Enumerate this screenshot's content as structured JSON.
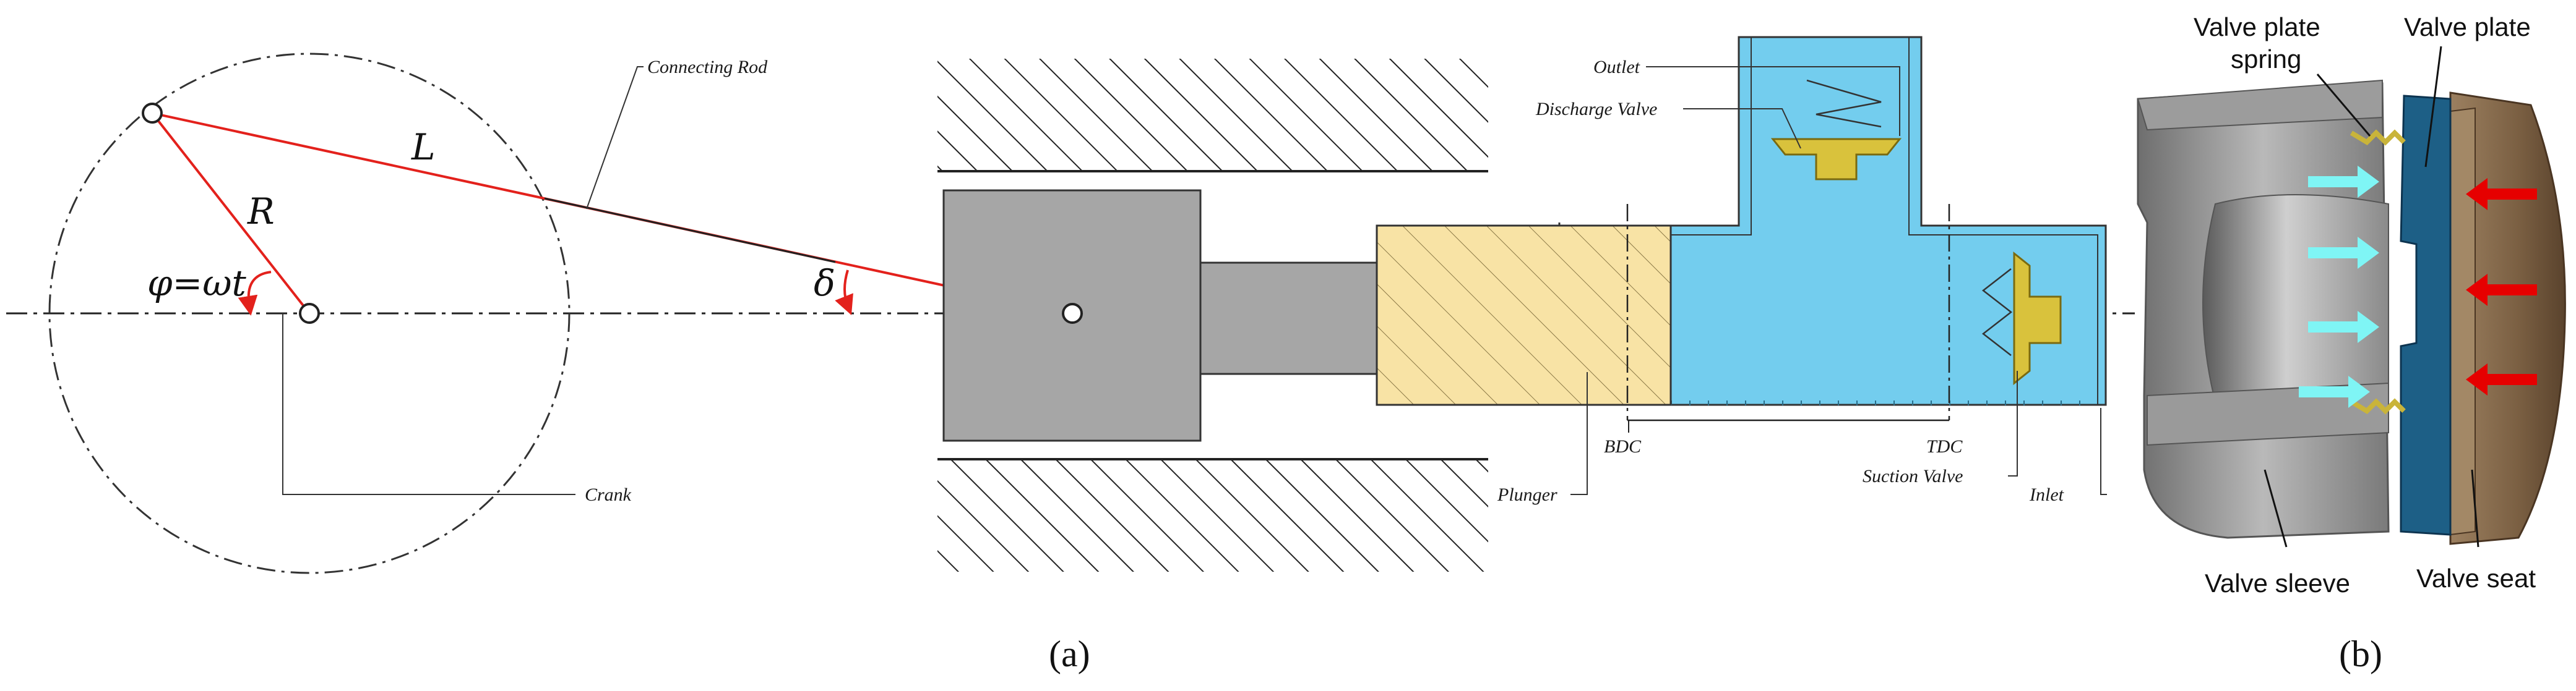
{
  "figure_a": {
    "crank_symbol_R": "R",
    "rod_symbol_L": "L",
    "angle_phi": "φ=ωt",
    "angle_delta": "δ",
    "labels": {
      "connecting_rod": "Connecting Rod",
      "crank": "Crank",
      "outlet": "Outlet",
      "discharge_valve": "Discharge Valve",
      "plunger": "Plunger",
      "bdc": "BDC",
      "tdc": "TDC",
      "suction_valve": "Suction Valve",
      "inlet": "Inlet"
    },
    "caption": "(a)"
  },
  "figure_b": {
    "labels": {
      "valve_plate_spring_line1": "Valve plate",
      "valve_plate_spring_line2": "spring",
      "valve_plate": "Valve plate",
      "valve_sleeve": "Valve sleeve",
      "valve_seat": "Valve seat"
    },
    "caption": "(b)"
  },
  "colors": {
    "fluid": "#73CDEE",
    "plunger": "#F8E3A5",
    "valve": "#D9C23C",
    "crosshead": "#A6A6A6",
    "rod": "#E3211C",
    "valve_plate": "#1D5F86",
    "valve_seat": "#8B6F4E",
    "flow_in_arrow": "#7FF5F5",
    "flow_out_arrow": "#E60000"
  }
}
